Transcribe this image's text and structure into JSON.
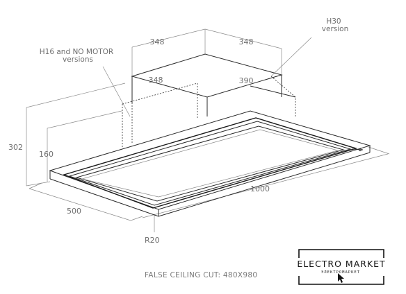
{
  "dimensions": {
    "top_left": "348",
    "top_right": "348",
    "inner_left": "348",
    "inner_right": "390",
    "height_total": "302",
    "height_body": "160",
    "depth": "500",
    "length": "1000",
    "radius": "R20"
  },
  "notes": {
    "h16_line1": "H16 and NO MOTOR",
    "h16_line2": "versions",
    "h30_line1": "H30",
    "h30_line2": "version"
  },
  "caption": "FALSE CEILING CUT: 480X980",
  "logo": {
    "name": "ELECTRO MARKET",
    "tagline": "ЭЛЕКТРОМАРКЕТ"
  }
}
